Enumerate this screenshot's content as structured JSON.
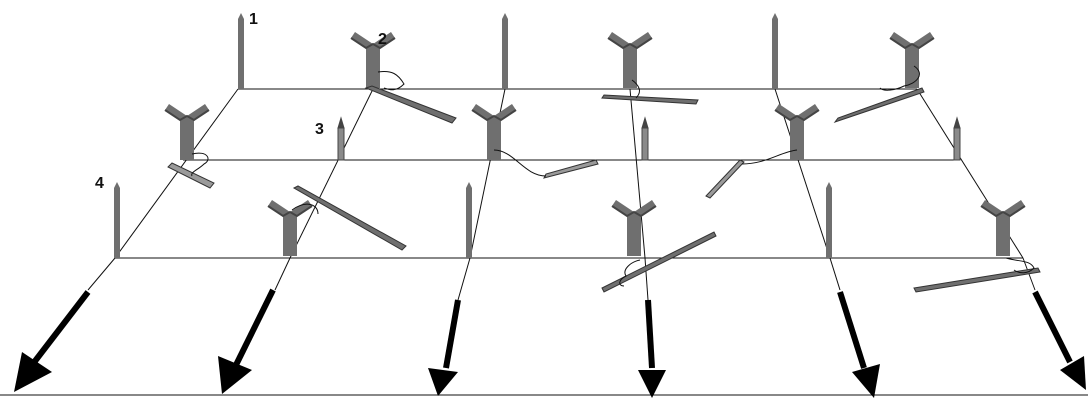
{
  "labels": {
    "l1": "1",
    "l2": "2",
    "l3": "3",
    "l4": "4"
  },
  "icons": {
    "stake": "stake-icon",
    "fork": "forked-stick-icon",
    "pen": "pen-icon",
    "arrow": "direction-arrow-icon"
  },
  "colors": {
    "line": "#111111",
    "object": "#6f6f6f",
    "objectDark": "#444444",
    "arrow": "#000000"
  }
}
